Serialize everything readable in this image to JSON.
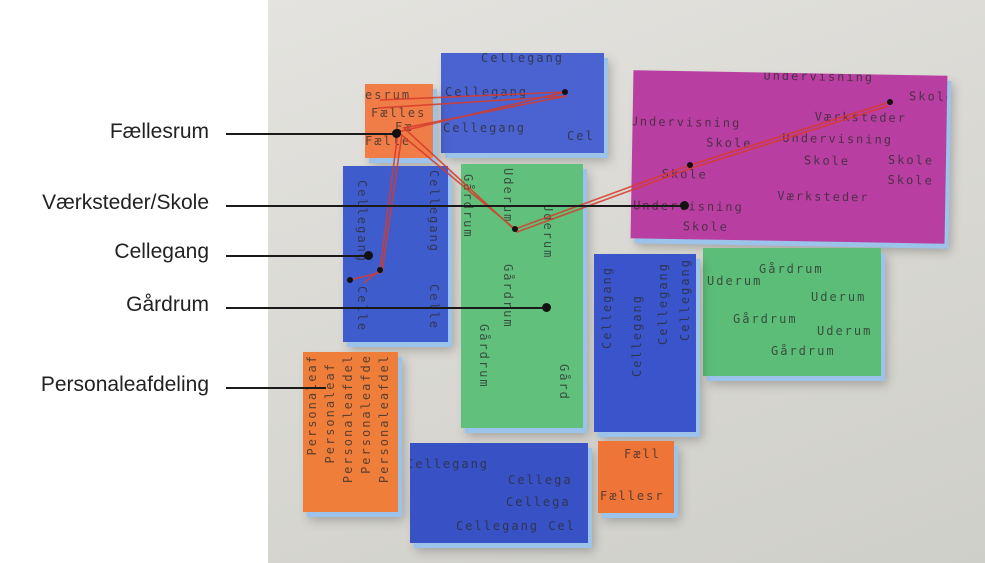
{
  "labels": {
    "faellesrum": "Fællesrum",
    "vaerksteder_skole": "Værksteder/Skole",
    "cellegang": "Cellegang",
    "gaardrum": "Gårdrum",
    "personaleafdeling": "Personaleafdeling"
  },
  "blocks": {
    "cellegang_top": [
      "Cellegang",
      "Cellegang",
      "Cellegang",
      "Cel"
    ],
    "faelles_top": [
      "esrum",
      "Fælles",
      "Fæ",
      "Fælle"
    ],
    "undervisning": [
      "Undervisning",
      "Skole",
      "Værksteder",
      "Undervisning",
      "Skole",
      "Undervisning",
      "Skole",
      "Skole",
      "Skole",
      "Værksteder",
      "Skole",
      "Undervisning",
      "Skole"
    ],
    "cellegang_left": [
      "Cellegang",
      "Cellegang",
      "Celle",
      "Celle"
    ],
    "gaardrum_center": [
      "Gårdrum",
      "Uderum",
      "Gårdrum",
      "Uderum",
      "Gårdrum",
      "Gård"
    ],
    "gaardrum_right": [
      "Gårdrum",
      "Uderum",
      "Uderum",
      "Gårdrum",
      "Uderum",
      "Gårdrum"
    ],
    "cellegang_mid": [
      "Cellegang",
      "Cellegang",
      "Cellegang",
      "Cellegang"
    ],
    "personale": [
      "Personaleaf",
      "Personaleaf",
      "Personaleafdel",
      "Personaleafde",
      "Personaleafdel"
    ],
    "cellegang_bottom": [
      "Cellegang",
      "Cellega",
      "Cellega",
      "Cellegang Cel"
    ],
    "faelles_bottom": [
      "Fæll",
      "Fællesr"
    ]
  },
  "colors": {
    "blue": "#3b55c9",
    "pink": "#b9399e",
    "green": "#5fbd7a",
    "orange": "#ef7a3c",
    "string": "#d63b2a"
  }
}
